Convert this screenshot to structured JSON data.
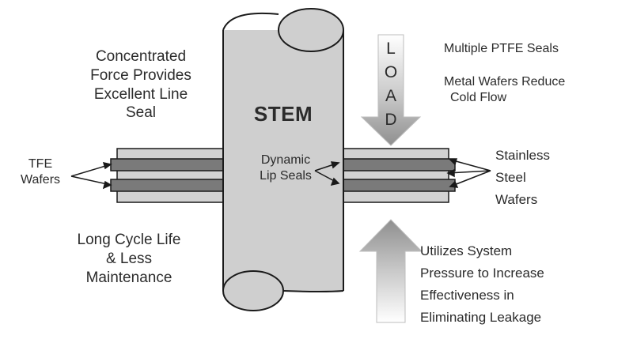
{
  "labels": {
    "stem": "STEM",
    "concentrated": [
      "Concentrated",
      "Force Provides",
      "Excellent Line",
      "Seal"
    ],
    "tfe_wafers": [
      "TFE",
      "Wafers"
    ],
    "long_cycle": [
      "Long Cycle Life",
      "& Less",
      "Maintenance"
    ],
    "dynamic_lip": [
      "Dynamic",
      "Lip Seals"
    ],
    "load_letters": [
      "L",
      "O",
      "A",
      "D"
    ],
    "multiple_ptfe": "Multiple PTFE Seals",
    "metal_wafers": [
      "Metal Wafers Reduce",
      "Cold Flow"
    ],
    "stainless": [
      "Stainless",
      "Steel",
      "Wafers"
    ],
    "utilizes": [
      "Utilizes System",
      "Pressure to Increase",
      "Effectiveness in",
      "Eliminating Leakage"
    ]
  },
  "colors": {
    "stem_fill": "#cfcfcf",
    "seal_body": "#d2d2d2",
    "wafer_dark": "#7a7a7a",
    "outline": "#1a1a1a",
    "arrow": "#9c9c9c",
    "text": "#2b2b2b"
  }
}
